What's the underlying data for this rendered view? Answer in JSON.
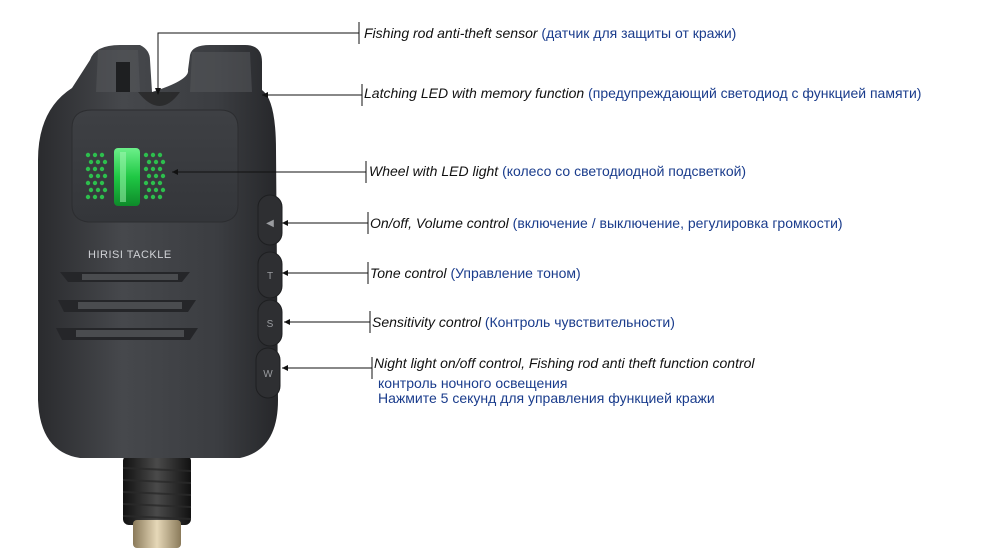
{
  "device": {
    "brand_text": "HIRISI TACKLE",
    "button_glyphs": [
      "◀",
      "T",
      "S",
      "W"
    ]
  },
  "annotations": [
    {
      "en": "Fishing rod anti-theft sensor",
      "ru": "(датчик для защиты от кражи)"
    },
    {
      "en": "Latching LED with memory function",
      "ru": "(предупреждающий светодиод с функцией памяти)"
    },
    {
      "en": "Wheel with LED light",
      "ru": "(колесо со светодиодной подсветкой)"
    },
    {
      "en": "On/off, Volume control",
      "ru": "(включение / выключение, регулировка громкости)"
    },
    {
      "en": "Tone control",
      "ru": "(Управление тоном)"
    },
    {
      "en": "Sensitivity control",
      "ru": "(Контроль чувствительности)"
    },
    {
      "en": "Night light on/off control,  Fishing rod anti theft function control",
      "ru_lines": [
        "контроль ночного освещения",
        "Нажмите 5 секунд для управления функцией кражи"
      ]
    }
  ],
  "colors": {
    "led_green": "#22d04a",
    "body": "#3a3c40",
    "text_ru": "#1a3c8c"
  }
}
